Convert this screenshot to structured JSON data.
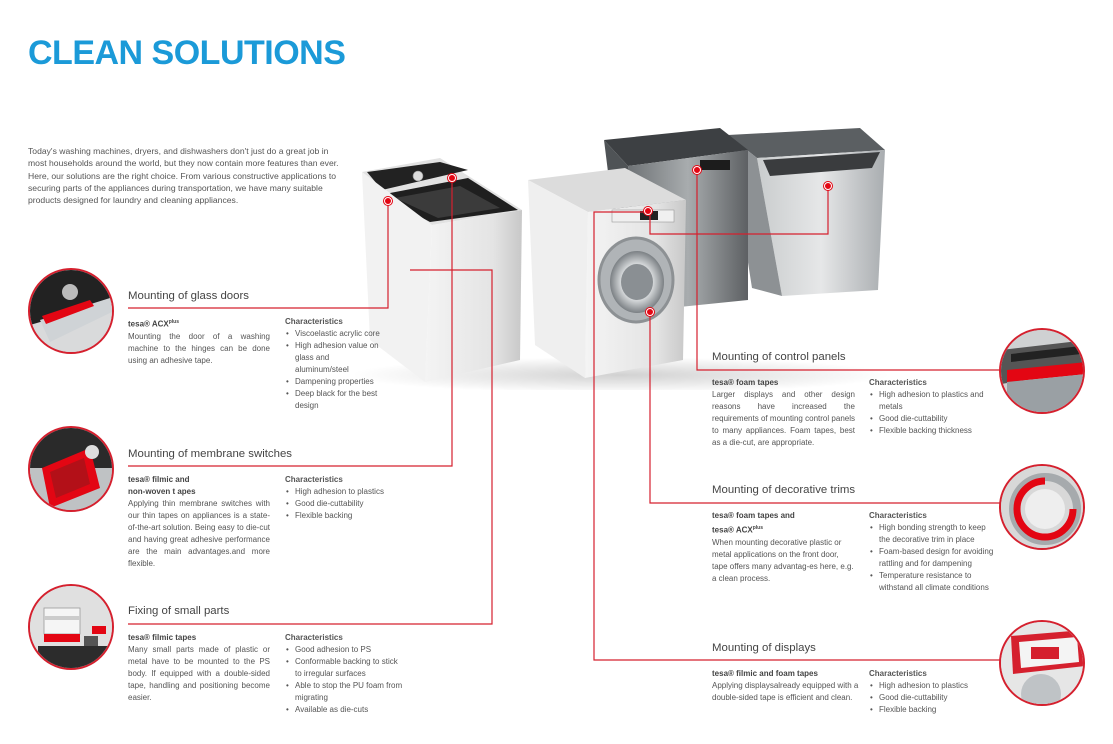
{
  "page": {
    "title": "CLEAN SOLUTIONS",
    "intro": "Today's washing machines, dryers, and dishwashers don't just do a great job in most households around the world, but they now contain more features than ever. Here, our solutions are the right choice. From various constructive applications to securing parts of the appliances during transportation, we have many suitable products designed for laundry and cleaning appliances."
  },
  "sections": {
    "glass": {
      "title": "Mounting of glass doors",
      "product_name": "tesa® ACX",
      "product_sup": "plus",
      "product_line2": "",
      "description": "Mounting the door of a washing machine to the hinges can be done using an adhesive tape.",
      "char_title": "Characteristics",
      "chars": [
        "Viscoelastic acrylic core",
        "High adhesion value on glass and aluminum/steel",
        "Dampening properties",
        "Deep black for the best design"
      ]
    },
    "membrane": {
      "title": "Mounting of membrane switches",
      "product_name": "tesa® filmic and",
      "product_line2": "non-woven t apes",
      "description": "Applying thin membrane switches with our thin tapes on appliances is a state-of-the-art solution. Being easy to die-cut and having great adhesive performance are the main advantages.and more flexible.",
      "char_title": "Characteristics",
      "chars": [
        "High adhesion to plastics",
        "Good die-cuttability",
        "Flexible backing"
      ]
    },
    "small": {
      "title": "Fixing of small parts",
      "product_name": "tesa® filmic tapes",
      "description": "Many small parts made of plastic or metal have to be mounted to the PS body. If equipped with a double-sided tape, handling and positioning become easier.",
      "char_title": "Characteristics",
      "chars": [
        "Good adhesion to PS",
        "Conformable backing to stick to irregular surfaces",
        "Able to stop the PU foam from migrating",
        "Available as die-cuts"
      ]
    },
    "control": {
      "title": "Mounting of control panels",
      "product_name": "tesa® foam tapes",
      "description": "Larger displays and other design reasons have increased the requirements of mounting control panels to many appliances. Foam tapes, best as a die-cut, are appropriate.",
      "char_title": "Characteristics",
      "chars": [
        "High adhesion to plastics and metals",
        "Good die-cuttability",
        "Flexible backing thickness"
      ]
    },
    "trims": {
      "title": "Mounting of decorative trims",
      "product_name": "tesa® foam tapes and",
      "product_line2": "tesa® ACX",
      "product_sup": "plus",
      "description": "When mounting decorative plastic or metal applications on the front door, tape offers many advantag-es here, e.g. a clean process.",
      "char_title": "Characteristics",
      "chars": [
        "High bonding strength to keep the decorative trim in place",
        "Foam-based design for avoiding rattling and for dampening",
        "Temperature resistance to withstand all climate conditions"
      ]
    },
    "displays": {
      "title": "Mounting of displays",
      "product_name": "tesa® filmic and foam tapes",
      "description": "Applying displaysalready equipped with a double-sided tape is efficient and clean.",
      "char_title": "Characteristics",
      "chars": [
        "High adhesion to plastics",
        "Good die-cuttability",
        "Flexible backing"
      ]
    }
  },
  "colors": {
    "accent_blue": "#1b9ad8",
    "accent_red": "#e30613"
  }
}
